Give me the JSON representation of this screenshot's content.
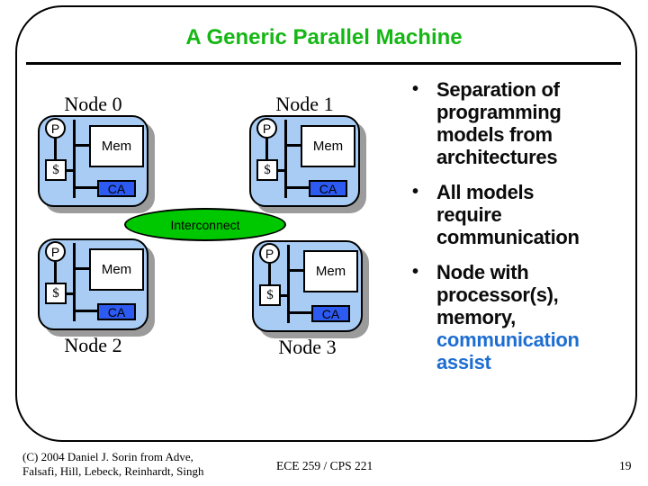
{
  "slide": {
    "title": "A Generic Parallel Machine",
    "page_number": "19",
    "footer_left_line1": "(C) 2004 Daniel J. Sorin from Adve,",
    "footer_left_line2": "Falsafi, Hill, Lebeck, Reinhardt, Singh",
    "footer_center": "ECE 259 / CPS 221"
  },
  "colors": {
    "title_green": "#15b715",
    "node_fill": "#a8ccf4",
    "ca_fill": "#2d5af0",
    "interconnect_fill": "#00c800",
    "highlight_blue": "#1e6ed2",
    "shadow_gray": "#9b9b9b"
  },
  "diagram": {
    "interconnect_label": "Interconnect",
    "nodes": [
      {
        "label": "Node 0",
        "processor_label": "P",
        "mem_label": "Mem",
        "cache_label": "$",
        "ca_label": "CA"
      },
      {
        "label": "Node 1",
        "processor_label": "P",
        "mem_label": "Mem",
        "cache_label": "$",
        "ca_label": "CA"
      },
      {
        "label": "Node 2",
        "processor_label": "P",
        "mem_label": "Mem",
        "cache_label": "$",
        "ca_label": "CA"
      },
      {
        "label": "Node 3",
        "processor_label": "P",
        "mem_label": "Mem",
        "cache_label": "$",
        "ca_label": "CA"
      }
    ]
  },
  "bullets": {
    "marker": "•",
    "item1_lines": [
      "Separation of",
      "programming",
      "models from",
      "architectures"
    ],
    "item2_lines": [
      "All models",
      "require",
      "communication"
    ],
    "item3_black_lines": [
      "Node with",
      "processor(s),",
      "memory,"
    ],
    "item3_blue_lines": [
      "communication",
      "assist"
    ]
  }
}
